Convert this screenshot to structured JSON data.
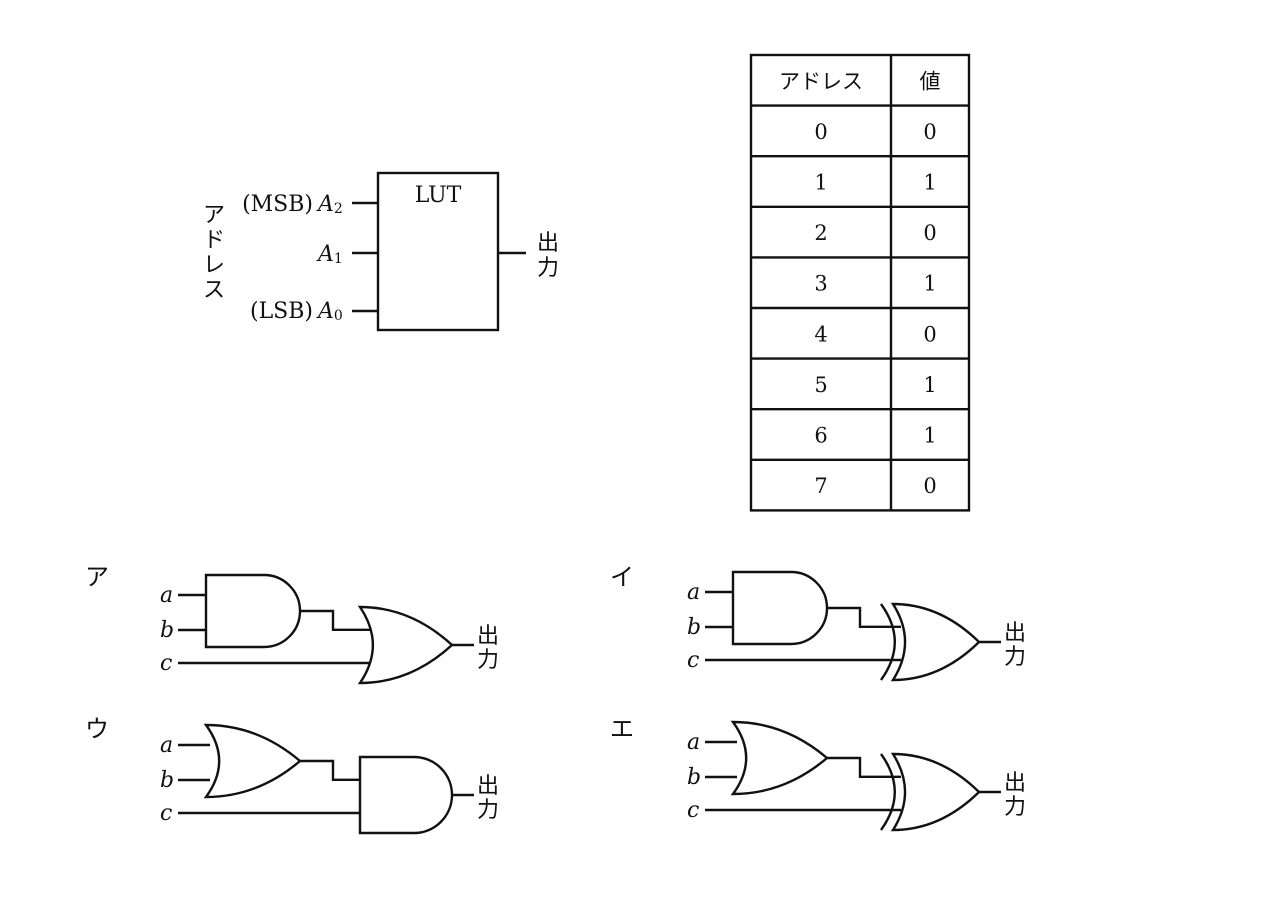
{
  "lut": {
    "block_label": "LUT",
    "msb_text": "(MSB)",
    "lsb_text": "(LSB)",
    "inputs": [
      {
        "var": "A",
        "sub": "2"
      },
      {
        "var": "A",
        "sub": "1"
      },
      {
        "var": "A",
        "sub": "0"
      }
    ],
    "address_chars": [
      "ア",
      "ド",
      "レ",
      "ス"
    ],
    "output_chars": [
      "出",
      "力"
    ]
  },
  "table": {
    "headers": [
      "アドレス",
      "値"
    ],
    "rows": [
      [
        "0",
        "0"
      ],
      [
        "1",
        "1"
      ],
      [
        "2",
        "0"
      ],
      [
        "3",
        "1"
      ],
      [
        "4",
        "0"
      ],
      [
        "5",
        "1"
      ],
      [
        "6",
        "1"
      ],
      [
        "7",
        "0"
      ]
    ]
  },
  "options": [
    {
      "mark": "ア",
      "first_gate": "AND",
      "second_gate": "OR"
    },
    {
      "mark": "イ",
      "first_gate": "AND",
      "second_gate": "XOR"
    },
    {
      "mark": "ウ",
      "first_gate": "OR",
      "second_gate": "AND"
    },
    {
      "mark": "エ",
      "first_gate": "OR",
      "second_gate": "XOR"
    }
  ],
  "circuit_labels": {
    "inputs": [
      "a",
      "b",
      "c"
    ],
    "output_chars": [
      "出",
      "力"
    ]
  }
}
